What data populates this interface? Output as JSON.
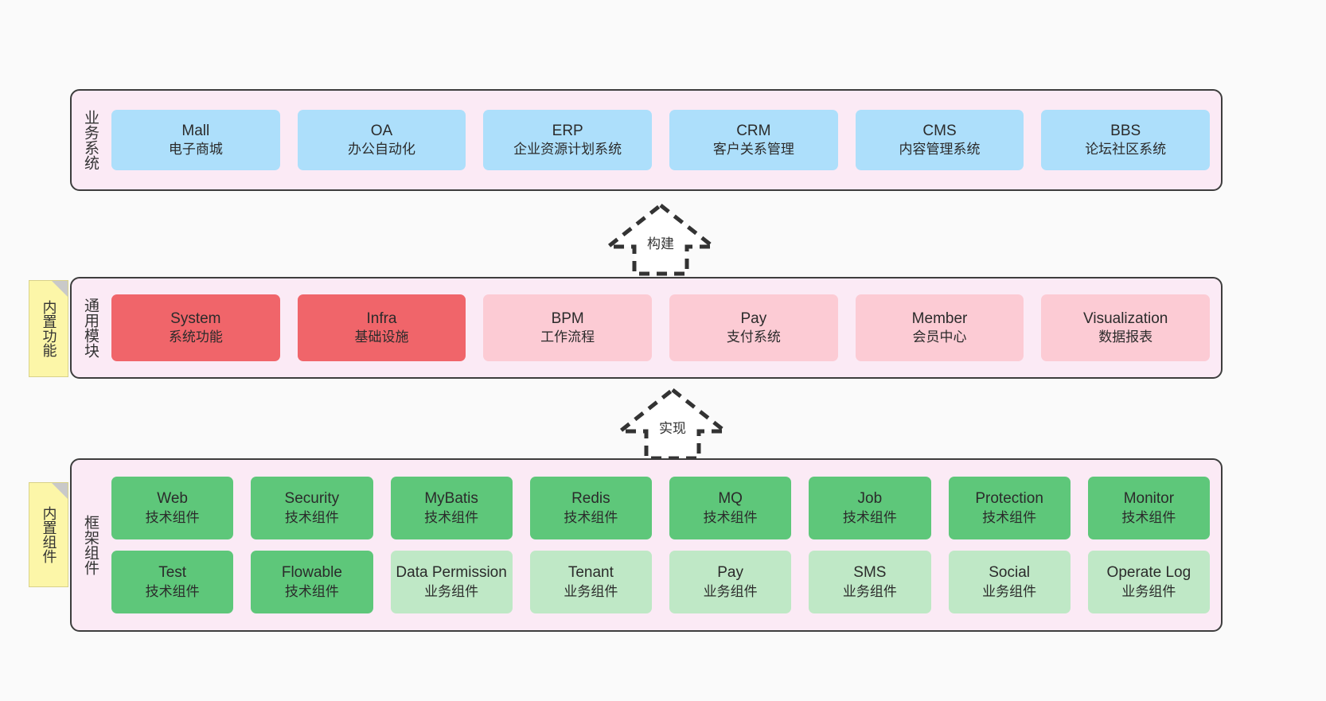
{
  "diagram": {
    "background": "#fafafa",
    "panel_fill": "#fbeaf5",
    "panel_border": "#3d3d3d",
    "note_fill": "#fcf6a8"
  },
  "layers": [
    {
      "id": "business",
      "title": "业务系统",
      "rows": [
        {
          "cards": [
            {
              "title": "Mall",
              "subtitle": "电子商城",
              "color": "#addffb"
            },
            {
              "title": "OA",
              "subtitle": "办公自动化",
              "color": "#addffb"
            },
            {
              "title": "ERP",
              "subtitle": "企业资源计划系统",
              "color": "#addffb"
            },
            {
              "title": "CRM",
              "subtitle": "客户关系管理",
              "color": "#addffb"
            },
            {
              "title": "CMS",
              "subtitle": "内容管理系统",
              "color": "#addffb"
            },
            {
              "title": "BBS",
              "subtitle": "论坛社区系统",
              "color": "#addffb"
            }
          ]
        }
      ]
    },
    {
      "id": "common",
      "title": "通用模块",
      "note": "内置功能",
      "rows": [
        {
          "cards": [
            {
              "title": "System",
              "subtitle": "系统功能",
              "color": "#f0656a"
            },
            {
              "title": "Infra",
              "subtitle": "基础设施",
              "color": "#f0656a"
            },
            {
              "title": "BPM",
              "subtitle": "工作流程",
              "color": "#fccbd4"
            },
            {
              "title": "Pay",
              "subtitle": "支付系统",
              "color": "#fccbd4"
            },
            {
              "title": "Member",
              "subtitle": "会员中心",
              "color": "#fccbd4"
            },
            {
              "title": "Visualization",
              "subtitle": "数据报表",
              "color": "#fccbd4"
            }
          ]
        }
      ]
    },
    {
      "id": "framework",
      "title": "框架组件",
      "note": "内置组件",
      "rows": [
        {
          "cards": [
            {
              "title": "Web",
              "subtitle": "技术组件",
              "color": "#5ec77a"
            },
            {
              "title": "Security",
              "subtitle": "技术组件",
              "color": "#5ec77a"
            },
            {
              "title": "MyBatis",
              "subtitle": "技术组件",
              "color": "#5ec77a"
            },
            {
              "title": "Redis",
              "subtitle": "技术组件",
              "color": "#5ec77a"
            },
            {
              "title": "MQ",
              "subtitle": "技术组件",
              "color": "#5ec77a"
            },
            {
              "title": "Job",
              "subtitle": "技术组件",
              "color": "#5ec77a"
            },
            {
              "title": "Protection",
              "subtitle": "技术组件",
              "color": "#5ec77a"
            },
            {
              "title": "Monitor",
              "subtitle": "技术组件",
              "color": "#5ec77a"
            }
          ]
        },
        {
          "cards": [
            {
              "title": "Test",
              "subtitle": "技术组件",
              "color": "#5ec77a"
            },
            {
              "title": "Flowable",
              "subtitle": "技术组件",
              "color": "#5ec77a"
            },
            {
              "title": "Data Permission",
              "subtitle": "业务组件",
              "color": "#bfe8c6"
            },
            {
              "title": "Tenant",
              "subtitle": "业务组件",
              "color": "#bfe8c6"
            },
            {
              "title": "Pay",
              "subtitle": "业务组件",
              "color": "#bfe8c6"
            },
            {
              "title": "SMS",
              "subtitle": "业务组件",
              "color": "#bfe8c6"
            },
            {
              "title": "Social",
              "subtitle": "业务组件",
              "color": "#bfe8c6"
            },
            {
              "title": "Operate Log",
              "subtitle": "业务组件",
              "color": "#bfe8c6"
            }
          ]
        }
      ]
    }
  ],
  "arrows": [
    {
      "id": "build",
      "label": "构建",
      "from": "common",
      "to": "business",
      "style": "dashed-hollow-up"
    },
    {
      "id": "realize",
      "label": "实现",
      "from": "framework",
      "to": "common",
      "style": "dashed-hollow-up"
    }
  ]
}
